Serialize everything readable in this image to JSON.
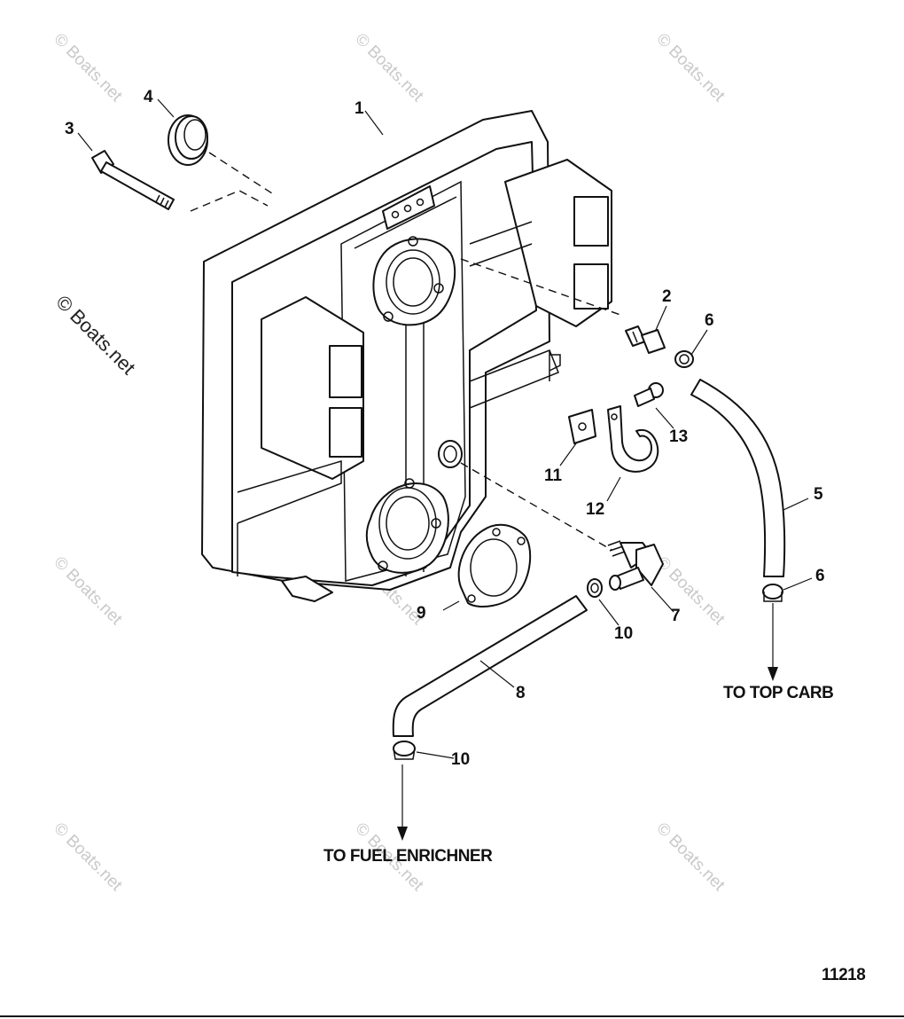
{
  "callouts": {
    "c1": "1",
    "c2": "2",
    "c3": "3",
    "c4": "4",
    "c5": "5",
    "c6a": "6",
    "c6b": "6",
    "c7": "7",
    "c8": "8",
    "c9": "9",
    "c10a": "10",
    "c10b": "10",
    "c11": "11",
    "c12": "12",
    "c13": "13"
  },
  "captions": {
    "top_carb": "TO TOP CARB",
    "fuel_enrichner": "TO FUEL ENRICHNER"
  },
  "figure_number": "11218",
  "watermark": {
    "text": "© Boats.net"
  },
  "colors": {
    "ink": "#111111",
    "watermark": "#c9c9c9"
  }
}
